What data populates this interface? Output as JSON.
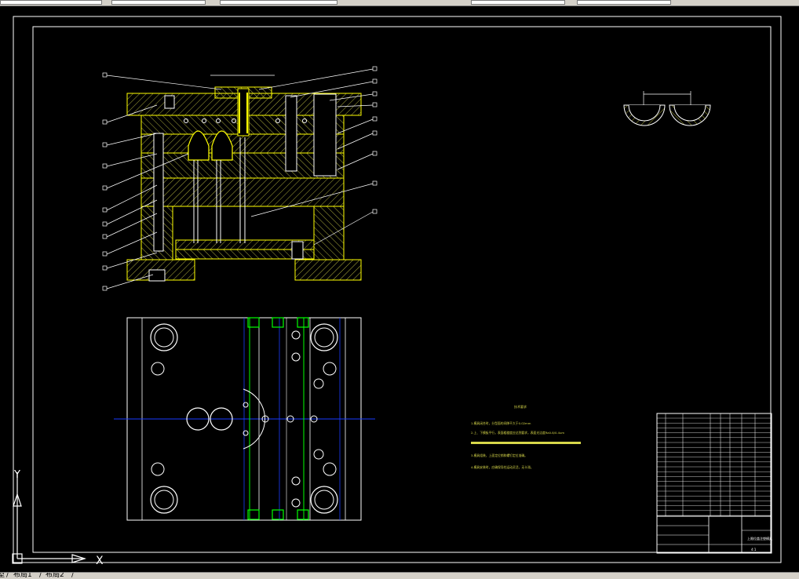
{
  "tabs": {
    "model": "型",
    "layout1": "布局1",
    "layout2": "布局2",
    "sep1": "/",
    "sep2": "/",
    "sep3": "/"
  },
  "ucs": {
    "x": "X",
    "y": "Y"
  },
  "title_block": {
    "scale": "4:1",
    "name": "上限位盖注塑模具"
  },
  "notes": {
    "heading": "技术要求",
    "line1": "1.模具闭合时，分型面的间隙不大于0.02mm",
    "line2": "2.上、下模板平行，表面粗糙度应达到要求，表面光洁度Ra0.8/0.4um",
    "line3": "3.模具组装，上面定位销和螺钉定位准确。",
    "line4": "4.模具安装时，应确保导柱运动灵活，无卡滞。"
  },
  "colors": {
    "yellow": "#ffff00",
    "white": "#ffffff",
    "blue": "#1a3cff",
    "green": "#00ff00",
    "olive": "#d8d84a"
  }
}
